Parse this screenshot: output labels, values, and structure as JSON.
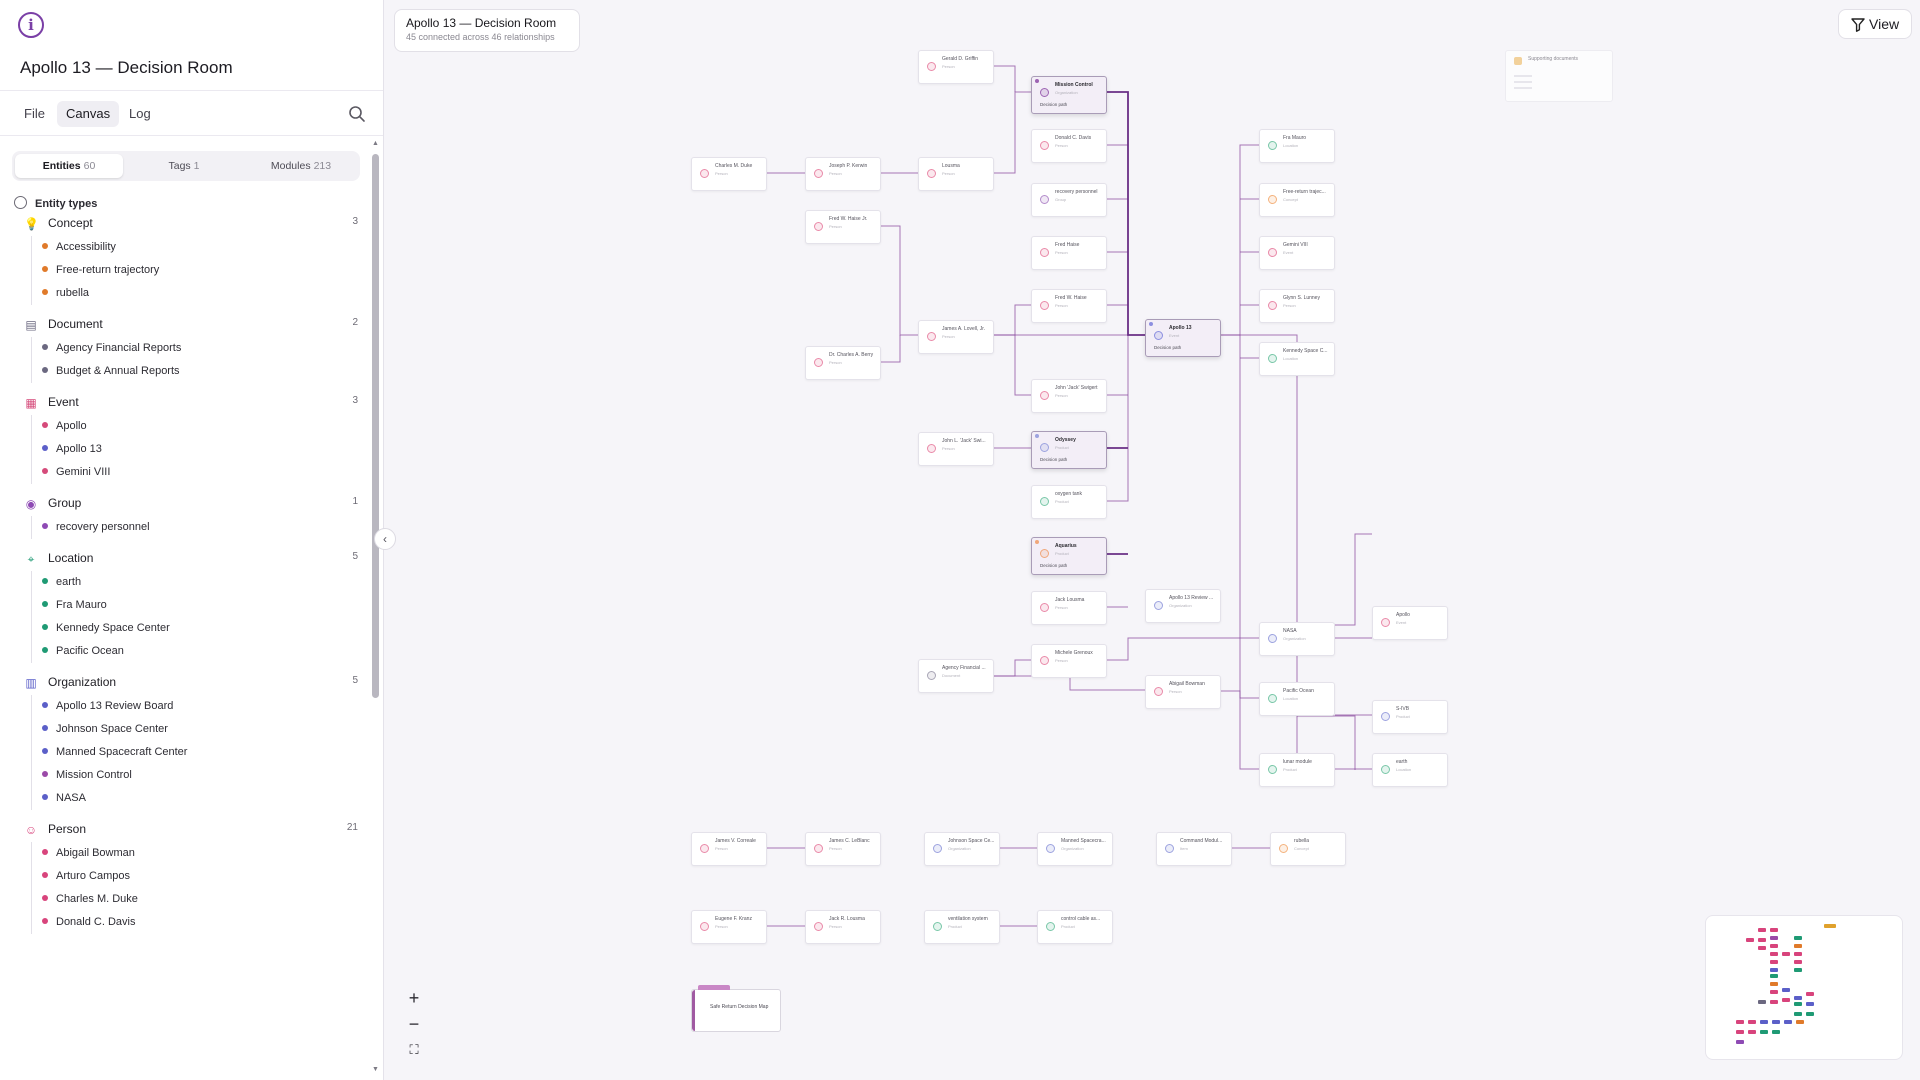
{
  "app": {
    "title": "Apollo 13 — Decision Room"
  },
  "menu": {
    "file": "File",
    "canvas": "Canvas",
    "log": "Log"
  },
  "segments": [
    {
      "label": "Entities",
      "count": "60"
    },
    {
      "label": "Tags",
      "count": "1"
    },
    {
      "label": "Modules",
      "count": "213"
    }
  ],
  "entity_types_title": "Entity types",
  "groups": [
    {
      "label": "Concept",
      "count": "3",
      "icon": "lightbulb-icon",
      "color": "#e0902c",
      "items": [
        {
          "label": "Accessibility",
          "color": "#e07a2a"
        },
        {
          "label": "Free-return trajectory",
          "color": "#e07a2a"
        },
        {
          "label": "rubella",
          "color": "#e07a2a"
        }
      ]
    },
    {
      "label": "Document",
      "count": "2",
      "icon": "document-icon",
      "color": "#6b6880",
      "items": [
        {
          "label": "Agency Financial Reports",
          "color": "#6b6880"
        },
        {
          "label": "Budget & Annual Reports",
          "color": "#6b6880"
        }
      ]
    },
    {
      "label": "Event",
      "count": "3",
      "icon": "calendar-icon",
      "color": "#d54a7a",
      "items": [
        {
          "label": "Apollo",
          "color": "#d54a7a"
        },
        {
          "label": "Apollo 13",
          "color": "#5c5fc9"
        },
        {
          "label": "Gemini VIII",
          "color": "#d54a7a"
        }
      ]
    },
    {
      "label": "Group",
      "count": "1",
      "icon": "user-circle-icon",
      "color": "#8e4ab4",
      "items": [
        {
          "label": "recovery personnel",
          "color": "#8e4ab4"
        }
      ]
    },
    {
      "label": "Location",
      "count": "5",
      "icon": "map-pin-icon",
      "color": "#1f9a74",
      "items": [
        {
          "label": "earth",
          "color": "#1f9a74"
        },
        {
          "label": "Fra Mauro",
          "color": "#1f9a74"
        },
        {
          "label": "Kennedy Space Center",
          "color": "#1f9a74"
        },
        {
          "label": "Pacific Ocean",
          "color": "#1f9a74"
        }
      ]
    },
    {
      "label": "Organization",
      "count": "5",
      "icon": "building-icon",
      "color": "#5b5fc8",
      "items": [
        {
          "label": "Apollo 13 Review Board",
          "color": "#5b5fc8"
        },
        {
          "label": "Johnson Space Center",
          "color": "#5b5fc8"
        },
        {
          "label": "Manned Spacecraft Center",
          "color": "#5b5fc8"
        },
        {
          "label": "Mission Control",
          "color": "#9b4aa8"
        },
        {
          "label": "NASA",
          "color": "#5b5fc8"
        }
      ]
    },
    {
      "label": "Person",
      "count": "21",
      "icon": "person-icon",
      "color": "#d8447c",
      "items": [
        {
          "label": "Abigail Bowman",
          "color": "#d8447c"
        },
        {
          "label": "Arturo Campos",
          "color": "#d8447c"
        },
        {
          "label": "Charles M. Duke",
          "color": "#d8447c"
        },
        {
          "label": "Donald C. Davis",
          "color": "#d8447c"
        }
      ]
    }
  ],
  "canvas": {
    "title": "Apollo 13 — Decision Room",
    "subtitle": "45 connected across 46 relationships",
    "view_label": "View",
    "decision_path": "Decision path",
    "supporting_docs": "Supporting documents",
    "safe_map": "Safe Return Decision Map"
  },
  "nodes": [
    {
      "id": "gerald",
      "label": "Gerald D. Griffin",
      "sub": "Person",
      "color": "#e98aa9"
    },
    {
      "id": "mc",
      "label": "Mission Control",
      "sub": "Organization",
      "color": "#9d63b3",
      "hl": true
    },
    {
      "id": "duke",
      "label": "Charles M. Duke",
      "sub": "Person",
      "color": "#e98aa9"
    },
    {
      "id": "kerwin",
      "label": "Joseph P. Kerwin",
      "sub": "Person",
      "color": "#e98aa9"
    },
    {
      "id": "lousma",
      "label": "Lousma",
      "sub": "Person",
      "color": "#e98aa9"
    },
    {
      "id": "davis",
      "label": "Donald C. Davis",
      "sub": "Person",
      "color": "#e98aa9"
    },
    {
      "id": "haise1",
      "label": "Fred W. Haise Jr.",
      "sub": "Person",
      "color": "#e98aa9"
    },
    {
      "id": "recov",
      "label": "recovery personnel",
      "sub": "Group",
      "color": "#b48ccb"
    },
    {
      "id": "haise2",
      "label": "Fred Haise",
      "sub": "Person",
      "color": "#e98aa9"
    },
    {
      "id": "lovell",
      "label": "James A. Lovell, Jr.",
      "sub": "Person",
      "color": "#e98aa9"
    },
    {
      "id": "haise3",
      "label": "Fred W. Haise",
      "sub": "Person",
      "color": "#e98aa9"
    },
    {
      "id": "berry",
      "label": "Dr. Charles A. Berry",
      "sub": "Person",
      "color": "#e98aa9"
    },
    {
      "id": "apollo13",
      "label": "Apollo 13",
      "sub": "Event",
      "color": "#8d8fe0",
      "hl": true
    },
    {
      "id": "swigert",
      "label": "John 'Jack' Swigert",
      "sub": "Person",
      "color": "#e98aa9"
    },
    {
      "id": "swi2",
      "label": "John L. 'Jack' Swi...",
      "sub": "Person",
      "color": "#e98aa9"
    },
    {
      "id": "odyssey",
      "label": "Odyssey",
      "sub": "Product",
      "color": "#9da3df",
      "hl": true
    },
    {
      "id": "oxy",
      "label": "oxygen tank",
      "sub": "Product",
      "color": "#79c7a8"
    },
    {
      "id": "aquarius",
      "label": "Aquarius",
      "sub": "Product",
      "color": "#f0a77b",
      "hl": true
    },
    {
      "id": "jlousma",
      "label": "Jack Lousma",
      "sub": "Person",
      "color": "#e98aa9"
    },
    {
      "id": "fra",
      "label": "Fra Mauro",
      "sub": "Location",
      "color": "#79c7a8"
    },
    {
      "id": "free",
      "label": "Free-return trajec...",
      "sub": "Concept",
      "color": "#f4b27d"
    },
    {
      "id": "gemini",
      "label": "Gemini VIII",
      "sub": "Event",
      "color": "#e98aa9"
    },
    {
      "id": "lousma2",
      "label": "Glynn S. Lunney",
      "sub": "Person",
      "color": "#e98aa9"
    },
    {
      "id": "ksc",
      "label": "Kennedy Space C...",
      "sub": "Location",
      "color": "#79c7a8"
    },
    {
      "id": "review",
      "label": "Apollo 13 Review ...",
      "sub": "Organization",
      "color": "#9da3df"
    },
    {
      "id": "nasa",
      "label": "NASA",
      "sub": "Organization",
      "color": "#9da3df"
    },
    {
      "id": "apollo",
      "label": "Apollo",
      "sub": "Event",
      "color": "#e98aa9"
    },
    {
      "id": "agency",
      "label": "Agency Financial ...",
      "sub": "Document",
      "color": "#a9a6b6"
    },
    {
      "id": "grenoux",
      "label": "Michele Grenoux",
      "sub": "Person",
      "color": "#e98aa9"
    },
    {
      "id": "abigail",
      "label": "Abigail Bowman",
      "sub": "Person",
      "color": "#e98aa9"
    },
    {
      "id": "pacific",
      "label": "Pacific Ocean",
      "sub": "Location",
      "color": "#79c7a8"
    },
    {
      "id": "sivb",
      "label": "S-IVB",
      "sub": "Product",
      "color": "#9da3df"
    },
    {
      "id": "lunar",
      "label": "lunar module",
      "sub": "Product",
      "color": "#79c7a8"
    },
    {
      "id": "earth",
      "label": "earth",
      "sub": "Location",
      "color": "#79c7a8"
    },
    {
      "id": "correale",
      "label": "James V. Correale",
      "sub": "Person",
      "color": "#e98aa9"
    },
    {
      "id": "lebbie",
      "label": "James C. LeBlanc",
      "sub": "Person",
      "color": "#e98aa9"
    },
    {
      "id": "jsc",
      "label": "Johnson Space Ce...",
      "sub": "Organization",
      "color": "#9da3df"
    },
    {
      "id": "msc",
      "label": "Manned Spacecra...",
      "sub": "Organization",
      "color": "#9da3df"
    },
    {
      "id": "cmod",
      "label": "Command Modul...",
      "sub": "Item",
      "color": "#9da3df"
    },
    {
      "id": "rubella",
      "label": "rubella",
      "sub": "Concept",
      "color": "#f4b27d"
    },
    {
      "id": "kranz",
      "label": "Eugene F. Kranz",
      "sub": "Person",
      "color": "#e98aa9"
    },
    {
      "id": "jrl",
      "label": "Jack R. Lousma",
      "sub": "Person",
      "color": "#e98aa9"
    },
    {
      "id": "vent",
      "label": "ventilation system",
      "sub": "Product",
      "color": "#79c7a8"
    },
    {
      "id": "cable",
      "label": "control cable as...",
      "sub": "Product",
      "color": "#79c7a8"
    }
  ],
  "colors": {
    "accent": "#7a3fa6",
    "edge": "#8a4a9e"
  }
}
